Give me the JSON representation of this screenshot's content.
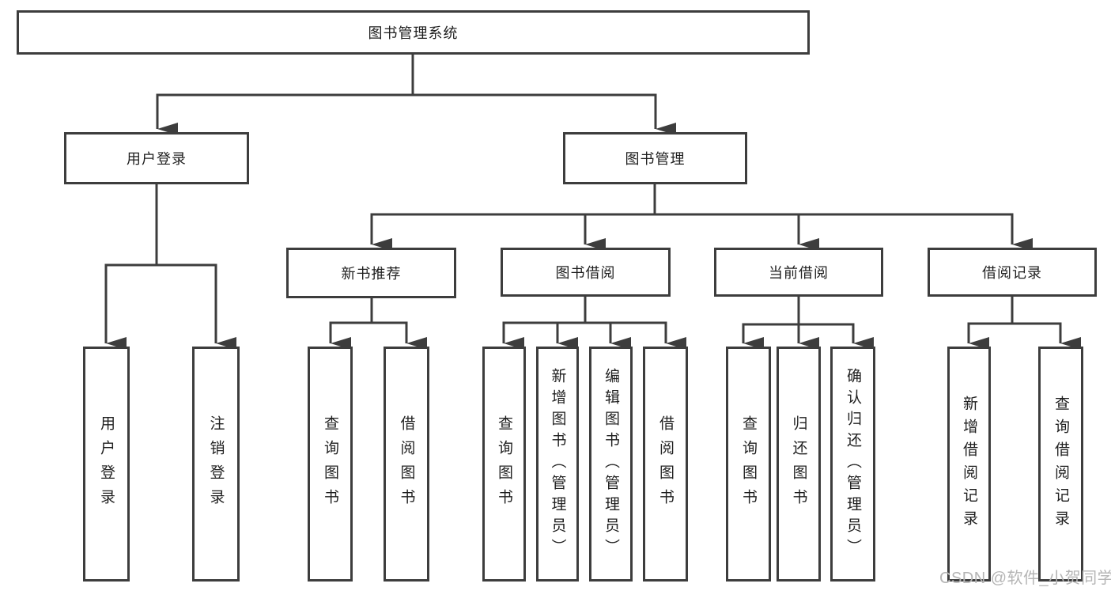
{
  "diagram": {
    "root": {
      "label": "图书管理系统"
    },
    "level2": {
      "user_login": {
        "label": "用户登录"
      },
      "book_management": {
        "label": "图书管理"
      }
    },
    "level3": {
      "new_book_recommend": {
        "label": "新书推荐"
      },
      "book_borrow": {
        "label": "图书借阅"
      },
      "current_borrow": {
        "label": "当前借阅"
      },
      "borrow_records": {
        "label": "借阅记录"
      }
    },
    "leaves": {
      "login_user_login": {
        "label": "用户登录"
      },
      "login_logout": {
        "label": "注销登录"
      },
      "recommend_query_books": {
        "label": "查询图书"
      },
      "recommend_borrow_books": {
        "label": "借阅图书"
      },
      "borrow_query_books": {
        "label": "查询图书"
      },
      "borrow_add_books_admin": {
        "label": "新增图书（管理员）"
      },
      "borrow_edit_books_admin": {
        "label": "编辑图书（管理员）"
      },
      "borrow_borrow_books": {
        "label": "借阅图书"
      },
      "current_query_books": {
        "label": "查询图书"
      },
      "current_return_books": {
        "label": "归还图书"
      },
      "current_confirm_return_admin": {
        "label": "确认归还（管理员）"
      },
      "records_add_record": {
        "label": "新增借阅记录"
      },
      "records_query_record": {
        "label": "查询借阅记录"
      }
    }
  },
  "watermark": {
    "text": "CSDN @软件_小贺同学"
  },
  "colors": {
    "line": "#3d3d3d",
    "box_border": "#3d3d3d",
    "text": "#1f1f1f",
    "watermark": "#b5b5b5",
    "background": "#ffffff"
  }
}
